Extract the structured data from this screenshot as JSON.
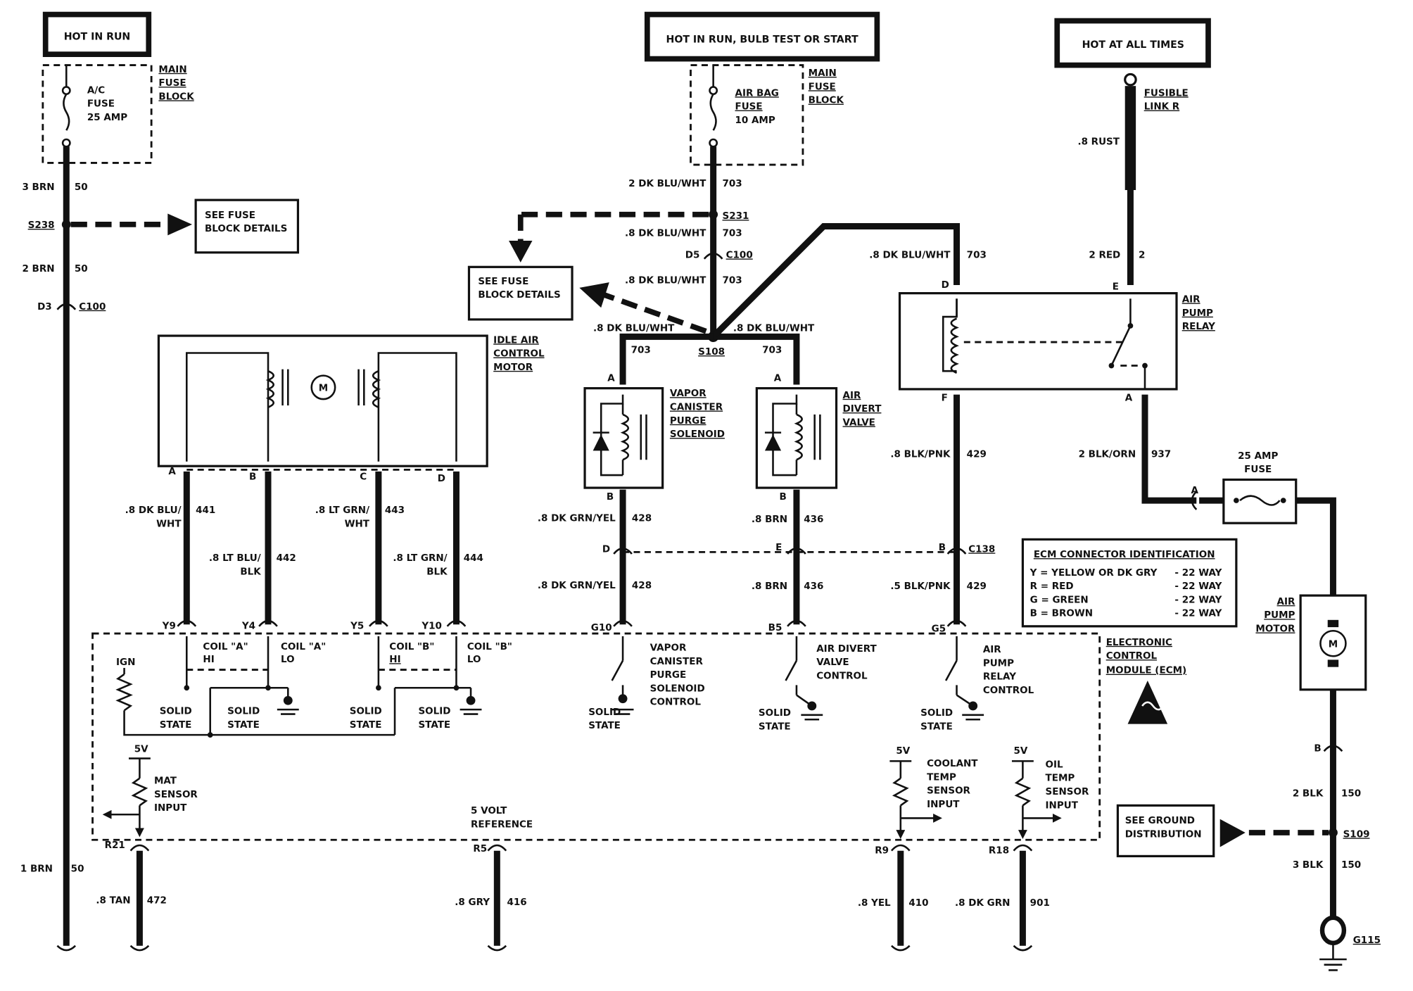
{
  "power": {
    "hot_in_run": "HOT IN RUN",
    "hot_in_run_bulb": "HOT IN RUN, BULB TEST OR START",
    "hot_at_all_times": "HOT AT ALL TIMES"
  },
  "fuse_block": {
    "line1": "MAIN",
    "line2": "FUSE",
    "line3": "BLOCK",
    "ac_fuse_l1": "A/C",
    "ac_fuse_l2": "FUSE",
    "ac_fuse_l3": "25 AMP",
    "airbag_l1": "AIR BAG",
    "airbag_l2": "FUSE",
    "airbag_l3": "10 AMP"
  },
  "fusible_link_l1": "FUSIBLE",
  "fusible_link_l2": "LINK R",
  "see_fuse_l1": "SEE FUSE",
  "see_fuse_l2": "BLOCK DETAILS",
  "wires": {
    "w_3brn": "3 BRN",
    "w_2brn": "2 BRN",
    "w_1brn": "1 BRN",
    "c50": "50",
    "w_2dkbluwht": "2 DK BLU/WHT",
    "w_8dkbluwht": ".8 DK BLU/WHT",
    "c703": "703",
    "w_8rust": ".8 RUST",
    "w_2red": "2 RED",
    "c2": "2",
    "w_8dkbluwht_a": ".8 DK BLU/",
    "wht": "WHT",
    "c441": "441",
    "w_8ltblu": ".8 LT BLU/",
    "blk": "BLK",
    "c442": "442",
    "w_8ltgrnwht": ".8 LT GRN/",
    "c443": "443",
    "w_8ltgrnblk": ".8 LT GRN/",
    "c444": "444",
    "w_8dkgrnyel": ".8 DK GRN/YEL",
    "c428": "428",
    "w_8brn": ".8 BRN",
    "c436": "436",
    "w_8blkpnk": ".8 BLK/PNK",
    "w_5blkpnk": ".5 BLK/PNK",
    "c429": "429",
    "w_2blkorn": "2 BLK/ORN",
    "c937": "937",
    "w_2blk": "2 BLK",
    "w_3blk": "3 BLK",
    "c150": "150",
    "w_8tan": ".8 TAN",
    "c472": "472",
    "w_8gry": ".8 GRY",
    "c416": "416",
    "w_8yel": ".8 YEL",
    "c410": "410",
    "w_8dkgrn": ".8 DK GRN",
    "c901": "901"
  },
  "splices": {
    "s238": "S238",
    "s231": "S231",
    "s108": "S108",
    "s109": "S109",
    "g115": "G115"
  },
  "connectors": {
    "c100": "C100",
    "c138": "C138",
    "d3": "D3",
    "d5": "D5",
    "a": "A",
    "b": "B",
    "c": "C",
    "d": "D",
    "e": "E",
    "f": "F",
    "y9": "Y9",
    "y4": "Y4",
    "y5": "Y5",
    "y10": "Y10",
    "g10": "G10",
    "b5": "B5",
    "g5": "G5",
    "r21": "R21",
    "r5": "R5",
    "r9": "R9",
    "r18": "R18"
  },
  "components": {
    "iac_l1": "IDLE AIR",
    "iac_l2": "CONTROL",
    "iac_l3": "MOTOR",
    "motor_m": "M",
    "vapor_l1": "VAPOR",
    "vapor_l2": "CANISTER",
    "vapor_l3": "PURGE",
    "vapor_l4": "SOLENOID",
    "divert_l1": "AIR",
    "divert_l2": "DIVERT",
    "divert_l3": "VALVE",
    "relay_l1": "AIR",
    "relay_l2": "PUMP",
    "relay_l3": "RELAY",
    "fuse25_l1": "25 AMP",
    "fuse25_l2": "FUSE",
    "pump_l1": "AIR",
    "pump_l2": "PUMP",
    "pump_l3": "MOTOR",
    "see_ground_l1": "SEE GROUND",
    "see_ground_l2": "DISTRIBUTION"
  },
  "ecm": {
    "l1": "ELECTRONIC",
    "l2": "CONTROL",
    "l3": "MODULE (ECM)",
    "ign": "IGN",
    "coil_a": "COIL \"A\"",
    "coil_b": "COIL \"B\"",
    "hi": "HI",
    "lo": "LO",
    "solid": "SOLID",
    "state": "STATE",
    "vapor_ctl_l1": "VAPOR",
    "vapor_ctl_l2": "CANISTER",
    "vapor_ctl_l3": "PURGE",
    "vapor_ctl_l4": "SOLENOID",
    "vapor_ctl_l5": "CONTROL",
    "divert_ctl_l1": "AIR DIVERT",
    "divert_ctl_l2": "VALVE",
    "divert_ctl_l3": "CONTROL",
    "relay_ctl_l1": "AIR",
    "relay_ctl_l2": "PUMP",
    "relay_ctl_l3": "RELAY",
    "relay_ctl_l4": "CONTROL",
    "v5": "5V",
    "mat_l1": "MAT",
    "mat_l2": "SENSOR",
    "mat_l3": "INPUT",
    "ref_l1": "5 VOLT",
    "ref_l2": "REFERENCE",
    "cool_l1": "COOLANT",
    "cool_l2": "TEMP",
    "cool_l3": "SENSOR",
    "cool_l4": "INPUT",
    "oil_l1": "OIL",
    "oil_l2": "TEMP",
    "oil_l3": "SENSOR",
    "oil_l4": "INPUT"
  },
  "ecm_id": {
    "title": "ECM CONNECTOR IDENTIFICATION",
    "rows": [
      {
        "key": "Y =  YELLOW OR DK GRY",
        "way": "- 22 WAY"
      },
      {
        "key": "R =  RED",
        "way": "- 22 WAY"
      },
      {
        "key": "G = GREEN",
        "way": "- 22 WAY"
      },
      {
        "key": "B =  BROWN",
        "way": "- 22 WAY"
      }
    ]
  }
}
